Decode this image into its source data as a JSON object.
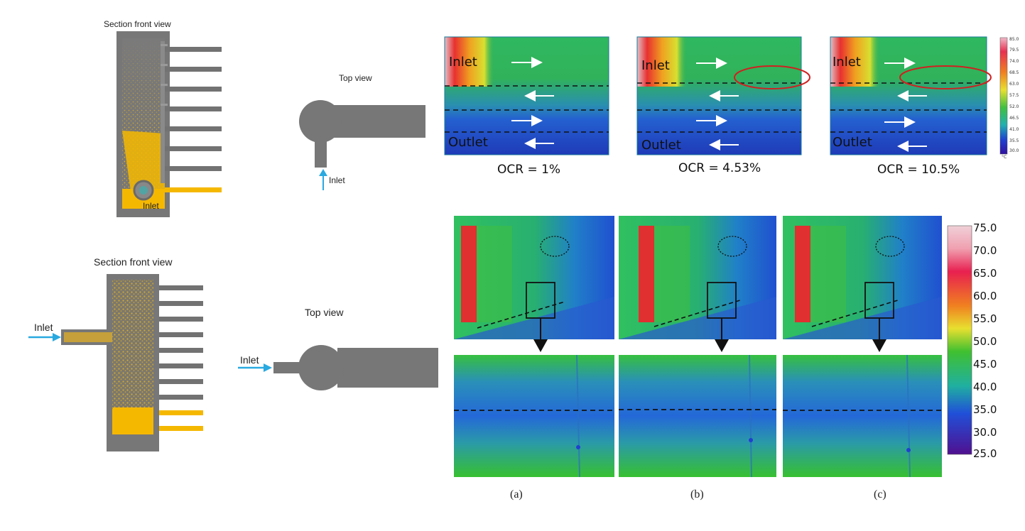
{
  "top_left": {
    "section_title": "Section front view",
    "inlet_label": "Inlet",
    "top_view_title": "Top view",
    "top_view_inlet": "Inlet"
  },
  "bottom_left": {
    "section_title": "Section front view",
    "inlet_label": "Inlet",
    "top_view_title": "Top view",
    "top_view_inlet": "Inlet"
  },
  "thermal_top": {
    "panels": [
      {
        "inlet": "Inlet",
        "outlet": "Outlet",
        "caption": "OCR = 1%",
        "ocr_percent": 1
      },
      {
        "inlet": "Inlet",
        "outlet": "Outlet",
        "caption": "OCR = 4.53%",
        "ocr_percent": 4.53
      },
      {
        "inlet": "Inlet",
        "outlet": "Outlet",
        "caption": "OCR = 10.5%",
        "ocr_percent": 10.5
      }
    ],
    "colorbar": [
      "85.0",
      "79.5",
      "74.0",
      "68.5",
      "63.0",
      "57.5",
      "52.0",
      "46.5",
      "41.0",
      "35.5",
      "30.0"
    ],
    "colorbar_unit": "°C"
  },
  "thermal_bottom": {
    "captions": [
      "(a)",
      "(b)",
      "(c)"
    ],
    "colorbar": [
      "75.0",
      "70.0",
      "65.0",
      "60.0",
      "55.0",
      "50.0",
      "45.0",
      "40.0",
      "35.0",
      "30.0",
      "25.0"
    ]
  },
  "colors": {
    "gray": "#747474",
    "yellow": "#f5b800",
    "cyan_arrow": "#29a9e0",
    "highlight": "#d02020"
  }
}
